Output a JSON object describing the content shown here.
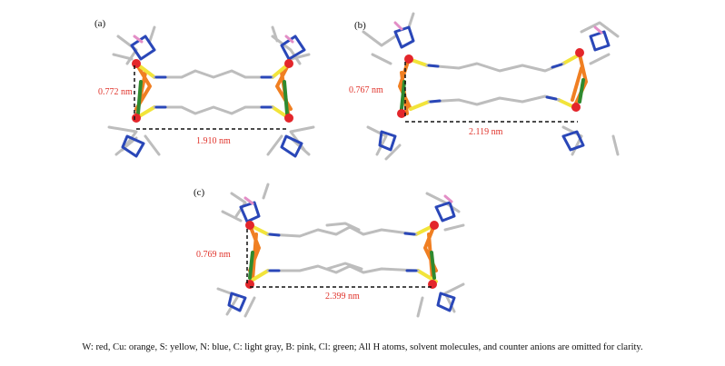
{
  "panels": [
    {
      "label": "(a)",
      "vertical_distance": "0.772 nm",
      "horizontal_distance": "1.910 nm"
    },
    {
      "label": "(b)",
      "vertical_distance": "0.767 nm",
      "horizontal_distance": "2.119 nm"
    },
    {
      "label": "(c)",
      "vertical_distance": "0.769 nm",
      "horizontal_distance": "2.399 nm"
    }
  ],
  "caption": "W: red, Cu: orange, S: yellow, N: blue, C: light gray, B: pink, Cl: green; All H atoms, solvent molecules, and counter anions are omitted for clarity.",
  "colors": {
    "W": "#e3262b",
    "Cu": "#f07f22",
    "S": "#f2e43a",
    "N": "#2a47b8",
    "C": "#bdbdbd",
    "B": "#e38ec6",
    "Cl": "#2f8a2f",
    "dimension_text": "#e0342c"
  }
}
